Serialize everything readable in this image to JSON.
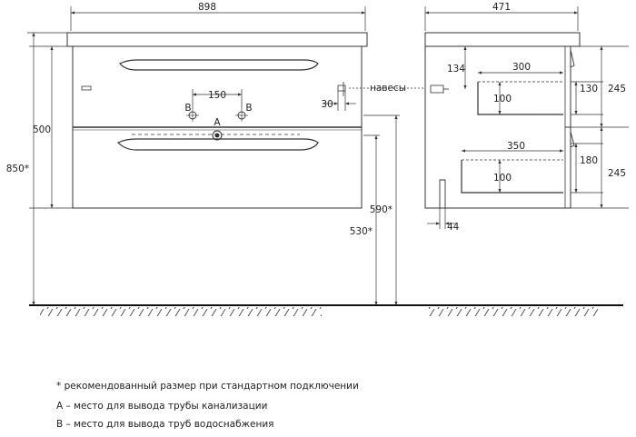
{
  "front_view": {
    "width_dim": "898",
    "height_dim": "500",
    "total_height_dim": "850*",
    "pipe_spacing_dim": "150",
    "supply_label_left": "B",
    "supply_label_right": "B",
    "drain_label": "A",
    "hanger_offset_dim": "30",
    "mount_height_590": "590*",
    "mount_height_530": "530*",
    "hangers_label": "навесы"
  },
  "side_view": {
    "depth_dim": "471",
    "hanger_height_dim": "134",
    "upper_drawer_depth_dim": "300",
    "upper_drawer_inner_dim": "100",
    "upper_drawer_height_dim": "130",
    "upper_section_height_dim": "245",
    "lower_drawer_depth_dim": "350",
    "lower_drawer_inner_dim": "100",
    "lower_drawer_height_dim": "180",
    "lower_section_height_dim": "245",
    "bottom_offset_dim": "44"
  },
  "notes": [
    "* рекомендованный размер при стандартном подключении",
    "A – место для вывода трубы канализации",
    "B – место для вывода труб водоснабжения"
  ]
}
